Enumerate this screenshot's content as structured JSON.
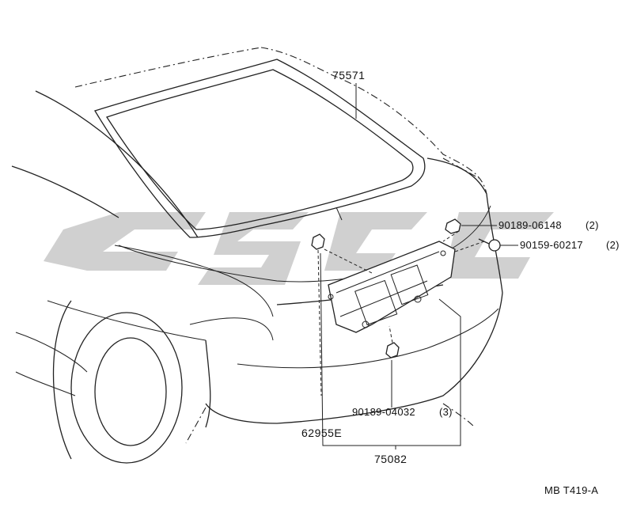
{
  "diagram": {
    "callouts": {
      "back_glass_weatherstrip": "75571",
      "clip_upper": "90189-06148",
      "clip_upper_qty": "(2)",
      "screw": "90159-60217",
      "screw_qty": "(2)",
      "clip_lower": "90189-04032",
      "clip_lower_qty": "(3)",
      "clip_left": "62955E",
      "garnish": "75082"
    },
    "figure_code": "MB T419-A"
  }
}
